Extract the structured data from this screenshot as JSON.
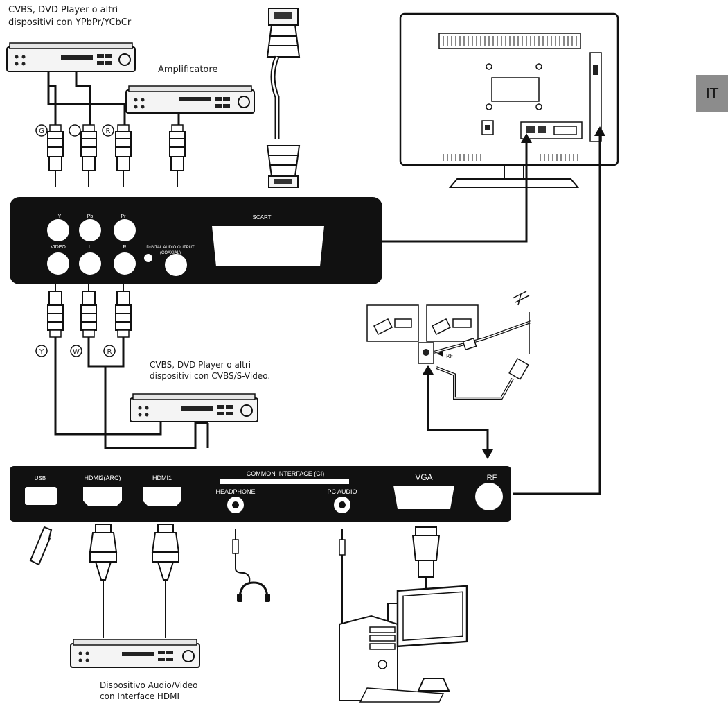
{
  "language_tab": "IT",
  "labels": {
    "component_device_line1": "CVBS, DVD Player o altri",
    "component_device_line2": "dispositivi con YPbPr/YCbCr",
    "amplifier": "Amplificatore",
    "composite_device_line1": "CVBS, DVD Player o altri",
    "composite_device_line2": "dispositivi con CVBS/S-Video.",
    "hdmi_device_line1": "Dispositivo Audio/Video",
    "hdmi_device_line2": "con Interface HDMI"
  },
  "cable_markers": {
    "green": "G",
    "blue": "",
    "red_top": "R",
    "yellow": "Y",
    "white": "W",
    "red_bottom": "R"
  },
  "side_panel": {
    "y": "Y",
    "pb": "Pb",
    "pr": "Pr",
    "video": "VIDEO",
    "l": "L",
    "r": "R",
    "digital_audio_line1": "DIGITAL AUDIO OUTPUT",
    "digital_audio_line2": "(COAXIAL)",
    "scart": "SCART"
  },
  "bottom_panel": {
    "usb": "USB",
    "hdmi2": "HDMI2(ARC)",
    "hdmi1": "HDMI1",
    "ci": "COMMON INTERFACE (CI)",
    "headphone": "HEADPHONE",
    "pc_audio": "PC AUDIO",
    "vga": "VGA",
    "rf": "RF"
  },
  "antenna_rf_label": "RF"
}
